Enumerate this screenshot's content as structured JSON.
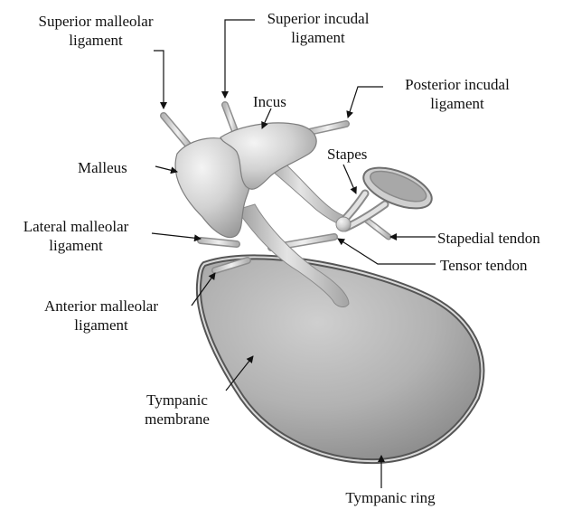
{
  "labels": {
    "superior_malleolar": [
      "Superior malleolar",
      "ligament"
    ],
    "superior_incudal": [
      "Superior incudal",
      "ligament"
    ],
    "incus": "Incus",
    "posterior_incudal": [
      "Posterior incudal",
      "ligament"
    ],
    "malleus": "Malleus",
    "stapes": "Stapes",
    "lateral_malleolar": [
      "Lateral malleolar",
      "ligament"
    ],
    "stapedial_tendon": "Stapedial tendon",
    "tensor_tendon": "Tensor tendon",
    "anterior_malleolar": [
      "Anterior malleolar",
      "ligament"
    ],
    "tympanic_membrane": [
      "Tympanic",
      "membrane"
    ],
    "tympanic_ring": "Tympanic ring"
  },
  "colors": {
    "text": "#111111",
    "leader_line": "#111111",
    "bone_light": "#e6e6e6",
    "bone_mid": "#bdbdbd",
    "bone_dark": "#8a8a8a",
    "membrane_light": "#c4c4c4",
    "membrane_dark": "#8c8c8c",
    "ring_edge": "#555555"
  }
}
